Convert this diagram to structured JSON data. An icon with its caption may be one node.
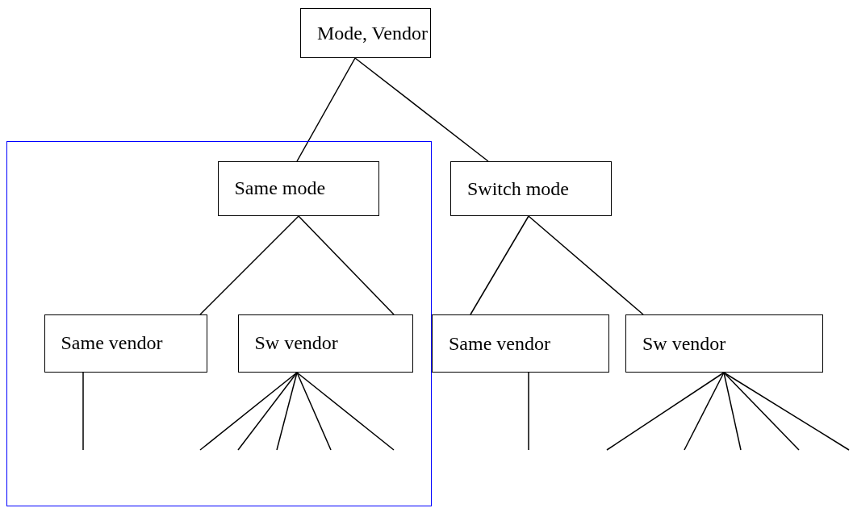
{
  "diagram": {
    "nodes": [
      {
        "text": [
          "Mode, Vendor"
        ]
      },
      {
        "text": [],
        "shape": "box"
      },
      {
        "text": [
          "Same mode"
        ],
        "in": 1
      },
      {
        "text": [
          "Switch mode"
        ]
      },
      {
        "text": [
          "Same vendor"
        ],
        "in": 1
      },
      {
        "text": [
          "Sw vendor"
        ],
        "in": 1
      },
      {
        "text": [
          "Same vendor"
        ]
      },
      {
        "text": [
          "Sw vendor"
        ]
      }
    ],
    "edges": [
      {
        "from": 0,
        "to": 2,
        "arrow": "none"
      },
      {
        "from": 0,
        "to": 3,
        "arrow": "none"
      },
      {
        "from": 2,
        "to": 4,
        "arrow": "none"
      },
      {
        "from": 2,
        "to": 5,
        "arrow": "none"
      },
      {
        "from": 3,
        "to": 6,
        "arrow": "none"
      },
      {
        "from": 3,
        "to": 7,
        "arrow": "none"
      },
      {
        "from": 4,
        "to": null,
        "arrow": "none"
      },
      {
        "from": 5,
        "to": null,
        "arrow": "none"
      },
      {
        "from": 5,
        "to": null,
        "arrow": "none"
      },
      {
        "from": 5,
        "to": null,
        "arrow": "none"
      },
      {
        "from": 5,
        "to": null,
        "arrow": "none"
      },
      {
        "from": 5,
        "to": null,
        "arrow": "none"
      },
      {
        "from": 6,
        "to": null,
        "arrow": "none"
      },
      {
        "from": 7,
        "to": null,
        "arrow": "none"
      },
      {
        "from": 7,
        "to": null,
        "arrow": "none"
      },
      {
        "from": 7,
        "to": null,
        "arrow": "none"
      },
      {
        "from": 7,
        "to": null,
        "arrow": "none"
      },
      {
        "from": 7,
        "to": null,
        "arrow": "none"
      }
    ]
  }
}
